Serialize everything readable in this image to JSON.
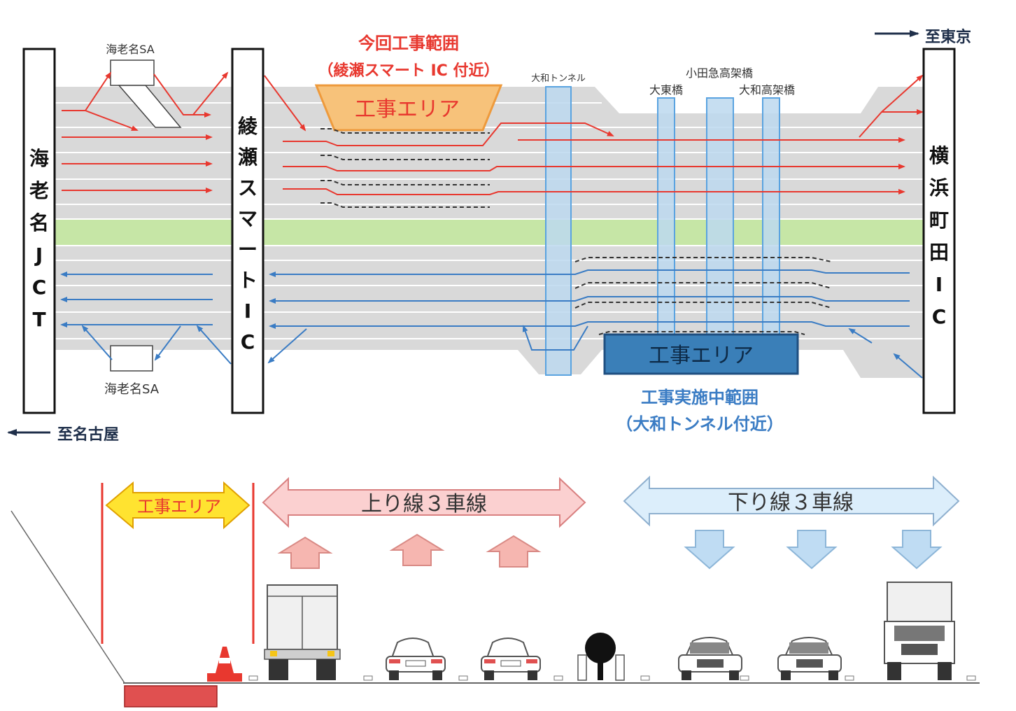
{
  "labels": {
    "to_tokyo": "至東京",
    "to_nagoya": "至名古屋",
    "ebina_sa_top": "海老名SA",
    "ebina_sa_bottom": "海老名SA",
    "current_work_title": "今回工事範囲",
    "current_work_sub": "（綾瀬スマート IC 付近）",
    "work_area": "工事エリア",
    "ongoing_work_title": "工事実施中範囲",
    "ongoing_work_sub": "（大和トンネル付近）",
    "yamato_tunnel": "大和トンネル",
    "odakyu_bridge": "小田急高架橋",
    "daito_bridge": "大東橋",
    "yamato_viaduct": "大和高架橋",
    "up_lanes": "上り線３車線",
    "down_lanes": "下り線３車線"
  },
  "posts": {
    "ebina_jct": [
      "海",
      "老",
      "名",
      "J",
      "C",
      "T"
    ],
    "ayase_ic": [
      "綾",
      "瀬",
      "ス",
      "マ",
      "ー",
      "ト",
      "I",
      "C"
    ],
    "yokohama_machida_ic": [
      "横",
      "浜",
      "町",
      "田",
      "I",
      "C"
    ]
  },
  "colors": {
    "up_arrow": "#e8382f",
    "down_arrow": "#3a7cc4",
    "road": "#d9d9d9",
    "median": "#c6e6a6",
    "work_area_orange": "#f7c27a",
    "work_area_blue": "#3a7fb8",
    "bridge_fill": "#bcd8ee",
    "current_title": "#e8382f",
    "ongoing_title": "#3a7cc4"
  }
}
